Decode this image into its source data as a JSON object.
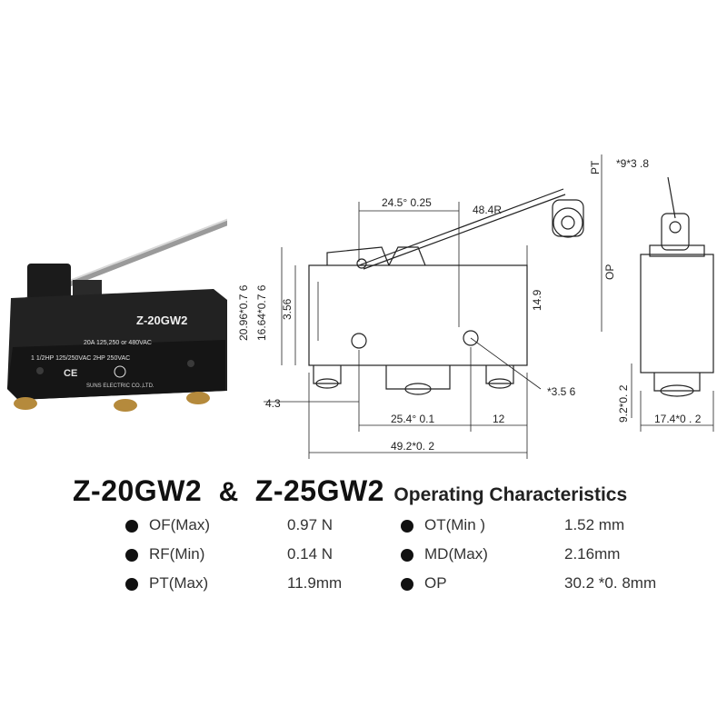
{
  "photo": {
    "model_label": "Z-20GW2",
    "rating_line1": "20A 125,250 or 480VAC",
    "rating_line2": "1 1/2HP 125/250VAC 2HP 250VAC",
    "maker": "SUNS ELECTRIC CO.,LTD."
  },
  "drawing": {
    "dim_24_5": "24.5° 0.25",
    "dim_48_4r": "48.4R",
    "dim_pt": "PT",
    "dim_9_3": "*9*3 .8",
    "dim_20_96": "20.96*0.7 6",
    "dim_16_64": "16.64*0.7 6",
    "dim_3_56": "3.56",
    "dim_14_9": "14.9",
    "dim_op": "OP",
    "dim_4_3": "4.3",
    "dim_3_5": "*3.5 6",
    "dim_25_4": "25.4° 0.1",
    "dim_12": "12",
    "dim_49_2": "49.2*0. 2",
    "dim_9_2": "9.2*0. 2",
    "dim_17_4": "17.4*0 . 2"
  },
  "title": {
    "model_a": "Z-20GW2",
    "amp": "&",
    "model_b": "Z-25GW2",
    "subtitle": "Operating Characteristics"
  },
  "specs": [
    {
      "label": "OF(Max)",
      "value": "0.97 N"
    },
    {
      "label": "OT(Min )",
      "value": "1.52 mm"
    },
    {
      "label": "RF(Min)",
      "value": "0.14 N"
    },
    {
      "label": "MD(Max)",
      "value": "2.16mm"
    },
    {
      "label": "PT(Max)",
      "value": "11.9mm"
    },
    {
      "label": "OP",
      "value": "30.2 *0.  8mm"
    }
  ]
}
